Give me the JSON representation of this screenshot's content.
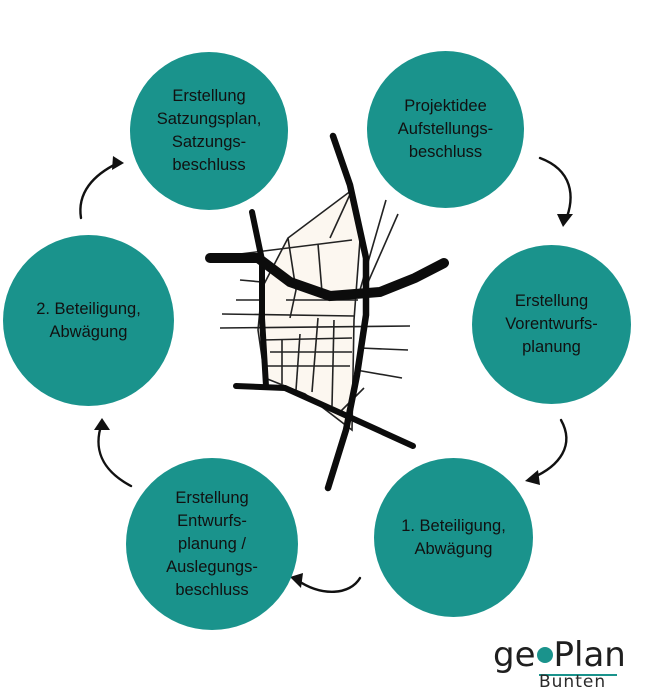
{
  "colors": {
    "circle": "#1a938c",
    "text": "#111111",
    "arrow": "#111111"
  },
  "steps": [
    {
      "label": "Projektidee\nAufstellungs-\nbeschluss"
    },
    {
      "label": "Erstellung\nVorentwurfs-\nplanung"
    },
    {
      "label": "1. Beteiligung,\nAbwägung"
    },
    {
      "label": "Erstellung\nEntwurfs-\nplanung /\nAuslegungs-\nbeschluss"
    },
    {
      "label": "2. Beteiligung,\nAbwägung"
    },
    {
      "label": "Erstellung\nSatzungsplan,\nSatzungs-\nbeschluss"
    }
  ],
  "center_icon": "city-street-map-icon",
  "logo": {
    "brand_pre": "ge",
    "brand_post": "Plan",
    "sub": "Bunten"
  }
}
